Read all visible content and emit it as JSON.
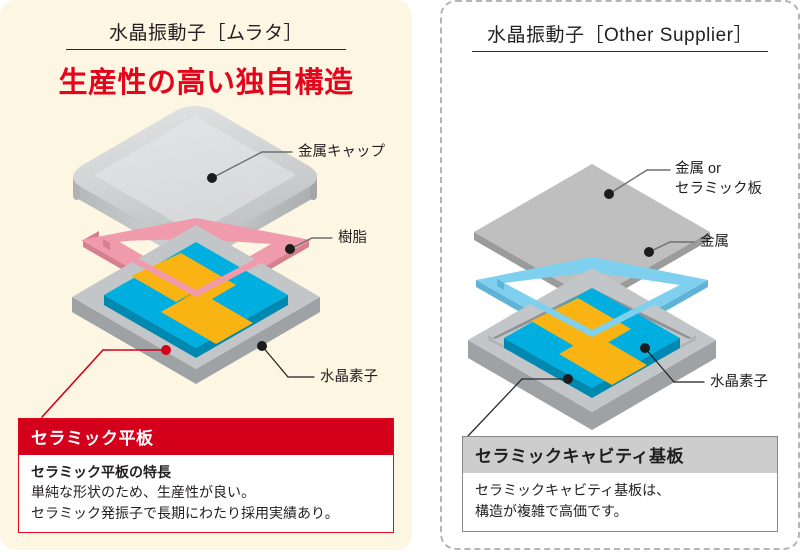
{
  "colors": {
    "panel_left_bg": "#fdf6e3",
    "panel_right_bg": "#ffffff",
    "dashed_border": "#b5b5b5",
    "accent_red": "#e3051b",
    "callout_red_header": "#d4001b",
    "callout_gray_header": "#cdcdcd",
    "crystal_cyan": "#00aee0",
    "crystal_cyan_side": "#0089b0",
    "electrode_gold": "#f9b313",
    "electrode_gold_side": "#d8930a",
    "resin_pink": "#f09bac",
    "resin_pink_side": "#d4808f",
    "metal_blue": "#7fd0ef",
    "metal_blue_side": "#5fb3d6",
    "ceramic_gray": "#c3c6c8",
    "ceramic_gray_side": "#9ea2a4",
    "plate_gray": "#bfbfbf",
    "plate_gray_side": "#9b9b9b",
    "cap_gray_light": "#dcdedf",
    "cap_gray_mid": "#c6c9ca",
    "cap_gray_dark": "#a9acad",
    "leader_dark": "#2b2b2b",
    "leader_gray": "#6e6e6e",
    "text": "#231f20"
  },
  "left": {
    "header": "水晶振動子［ムラタ］",
    "headline": "生産性の高い独自構造",
    "labels": [
      {
        "id": "metal-cap",
        "text": "金属キャップ"
      },
      {
        "id": "resin",
        "text": "樹脂"
      },
      {
        "id": "crystal-element",
        "text": "水晶素子"
      }
    ],
    "callout": {
      "title": "セラミック平板",
      "lines": [
        "セラミック平板の特長",
        "単純な形状のため、生産性が良い。",
        "セラミック発振子で長期にわたり採用実績あり。"
      ]
    }
  },
  "right": {
    "header": "水晶振動子［Other Supplier］",
    "labels": [
      {
        "id": "metal-or-ceramic-plate",
        "line1": "金属 or",
        "line2": "セラミック板"
      },
      {
        "id": "metal",
        "text": "金属"
      },
      {
        "id": "crystal-element",
        "text": "水晶素子"
      }
    ],
    "callout": {
      "title": "セラミックキャビティ基板",
      "lines": [
        "セラミックキャビティ基板は、",
        "構造が複雑で高価です。"
      ]
    }
  }
}
